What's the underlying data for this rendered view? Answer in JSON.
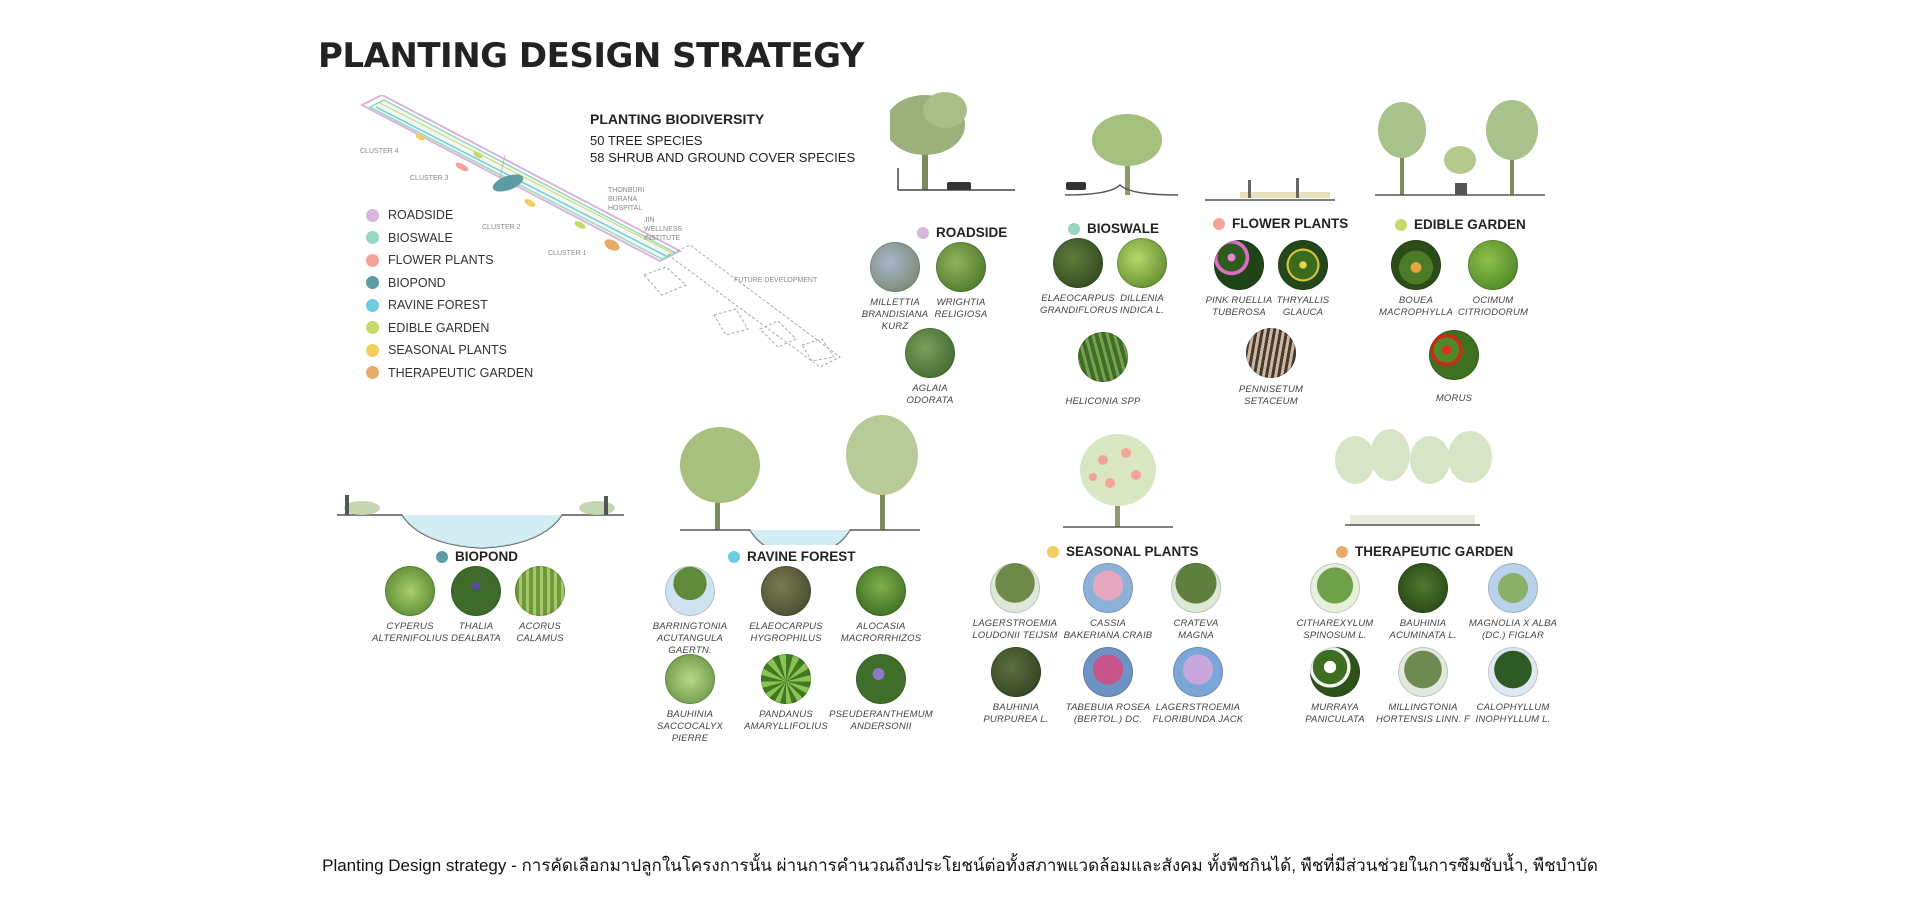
{
  "title": "PLANTING DESIGN STRATEGY",
  "biodiversity": {
    "heading": "PLANTING BIODIVERSITY",
    "line1": "50 TREE SPECIES",
    "line2": "58 SHRUB AND GROUND COVER SPECIES"
  },
  "plan": {
    "cluster4": "CLUSTER 4",
    "cluster3": "CLUSTER 3",
    "cluster2": "CLUSTER 2",
    "cluster1": "CLUSTER 1",
    "hospital": [
      "THONBURI",
      "BURANA",
      "HOSPITAL"
    ],
    "institute": [
      "JIN",
      "WELLNESS",
      "INSTITUTE"
    ],
    "future": "FUTURE DEVELOPMENT"
  },
  "legend": [
    {
      "label": "ROADSIDE",
      "color": "#d7b6d9"
    },
    {
      "label": "BIOSWALE",
      "color": "#98d6bf"
    },
    {
      "label": "FLOWER PLANTS",
      "color": "#f4a39a"
    },
    {
      "label": "BIOPOND",
      "color": "#5e9ba3"
    },
    {
      "label": "RAVINE FOREST",
      "color": "#6fcbe0"
    },
    {
      "label": "EDIBLE GARDEN",
      "color": "#c3d96a"
    },
    {
      "label": "SEASONAL PLANTS",
      "color": "#f2cd5c"
    },
    {
      "label": "THERAPEUTIC GARDEN",
      "color": "#e6ad6a"
    }
  ],
  "categories": {
    "roadside": {
      "label": "ROADSIDE",
      "color": "#d7b6d9",
      "species": [
        [
          "MILLETTIA",
          "BRANDISIANA",
          "KURZ"
        ],
        [
          "WRIGHTIA",
          "RELIGIOSA"
        ],
        [
          "AGLAIA",
          "ODORATA"
        ]
      ]
    },
    "bioswale": {
      "label": "BIOSWALE",
      "color": "#98d6bf",
      "species": [
        [
          "ELAEOCARPUS",
          "GRANDIFLORUS"
        ],
        [
          "DILLENIA",
          "INDICA L."
        ],
        [
          "HELICONIA SPP"
        ]
      ]
    },
    "flower": {
      "label": "FLOWER PLANTS",
      "color": "#f4a39a",
      "species": [
        [
          "PINK RUELLIA",
          "TUBEROSA"
        ],
        [
          "THRYALLIS",
          "GLAUCA"
        ],
        [
          "PENNISETUM",
          "SETACEUM"
        ]
      ]
    },
    "edible": {
      "label": "EDIBLE GARDEN",
      "color": "#c3d96a",
      "species": [
        [
          "BOUEA",
          "MACROPHYLLA"
        ],
        [
          "OCIMUM",
          "CITRIODORUM"
        ],
        [
          "MORUS"
        ]
      ]
    },
    "biopond": {
      "label": "BIOPOND",
      "color": "#5e9ba3",
      "species": [
        [
          "CYPERUS",
          "ALTERNIFOLIUS"
        ],
        [
          "THALIA",
          "DEALBATA"
        ],
        [
          "ACORUS",
          "CALAMUS"
        ]
      ]
    },
    "ravine": {
      "label": "RAVINE FOREST",
      "color": "#6fcbe0",
      "species": [
        [
          "BARRINGTONIA",
          "ACUTANGULA GAERTN."
        ],
        [
          "ELAEOCARPUS",
          "HYGROPHILUS"
        ],
        [
          "ALOCASIA",
          "MACRORRHIZOS"
        ],
        [
          "BAUHINIA",
          "SACCOCALYX PIERRE"
        ],
        [
          "PANDANUS",
          "AMARYLLIFOLIUS"
        ],
        [
          "PSEUDERANTHEMUM",
          "ANDERSONII"
        ]
      ]
    },
    "seasonal": {
      "label": "SEASONAL PLANTS",
      "color": "#f2cd5c",
      "species": [
        [
          "LAGERSTROEMIA",
          "LOUDONII TEIJSM"
        ],
        [
          "CASSIA",
          "BAKERIANA CRAIB"
        ],
        [
          "CRATEVA",
          "MAGNA"
        ],
        [
          "BAUHINIA",
          "PURPUREA L."
        ],
        [
          "TABEBUIA ROSEA",
          "(BERTOL.) DC."
        ],
        [
          "LAGERSTROEMIA",
          "FLORIBUNDA JACK"
        ]
      ]
    },
    "therapeutic": {
      "label": "THERAPEUTIC GARDEN",
      "color": "#e6ad6a",
      "species": [
        [
          "CITHAREXYLUM",
          "SPINOSUM L."
        ],
        [
          "BAUHINIA",
          "ACUMINATA L."
        ],
        [
          "MAGNOLIA X ALBA",
          "(DC.) FIGLAR"
        ],
        [
          "MURRAYA",
          "PANICULATA"
        ],
        [
          "MILLINGTONIA",
          "HORTENSIS LINN. F"
        ],
        [
          "CALOPHYLLUM",
          "INOPHYLLUM L."
        ]
      ]
    }
  },
  "caption": "Planting Design strategy - การคัดเลือกมาปลูกในโครงการนั้น ผ่านการคำนวณถึงประโยชน์ต่อทั้งสภาพแวดล้อมและสังคม ทั้งพืชกินได้, พืชที่มีส่วนช่วยในการซึมซับน้ำ, พืชบำบัด"
}
